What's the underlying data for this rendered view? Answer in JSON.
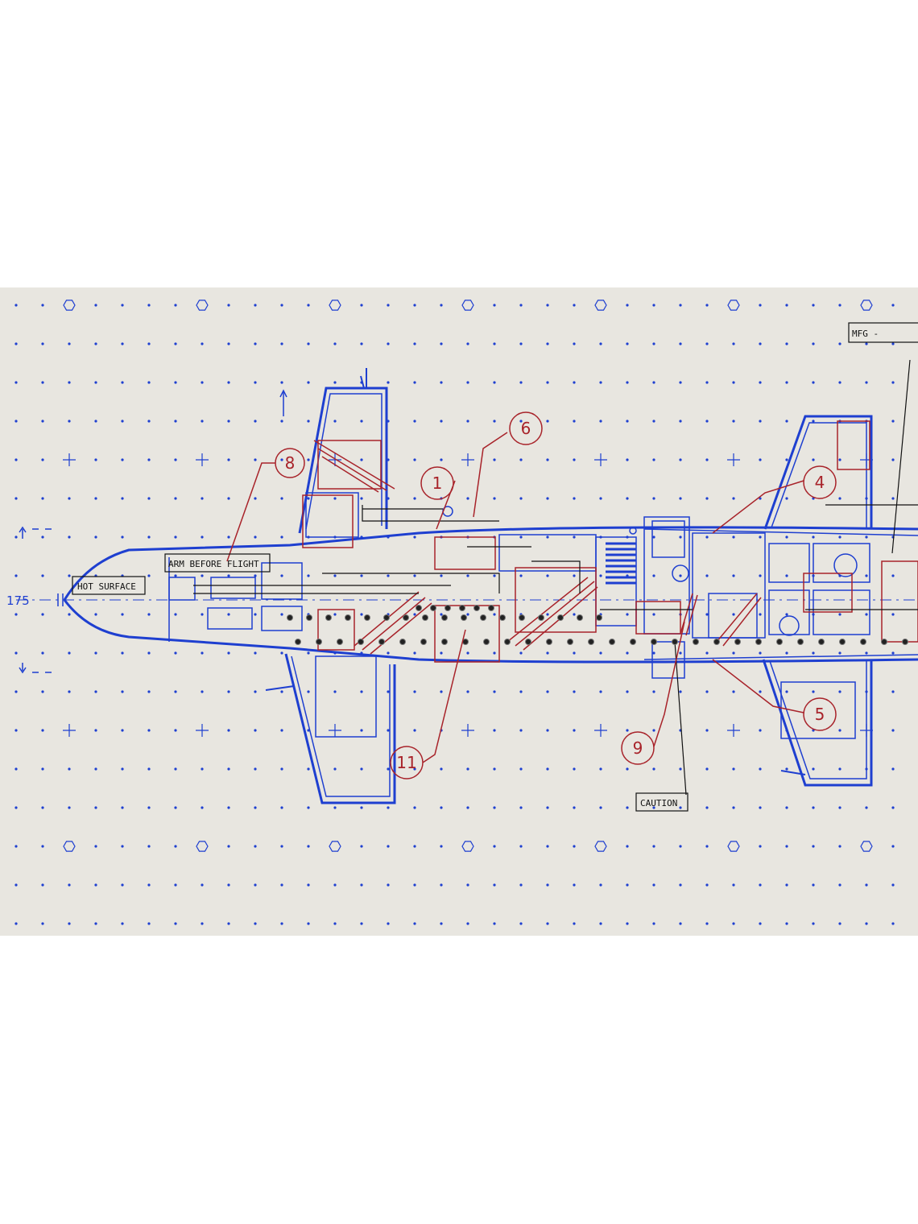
{
  "colors": {
    "paper": "#e8e6e0",
    "blue": "#1e3fd0",
    "red": "#a8232a",
    "black": "#111111"
  },
  "labels": {
    "hot_surface": "HOT SURFACE",
    "arm_before_flight": "ARM BEFORE FLIGHT",
    "caution": "CAUTION",
    "mfg": "MFG   -"
  },
  "dimension": {
    "station": "175"
  },
  "callouts": [
    "6",
    "1",
    "4",
    "5",
    "9",
    "11",
    "8"
  ]
}
